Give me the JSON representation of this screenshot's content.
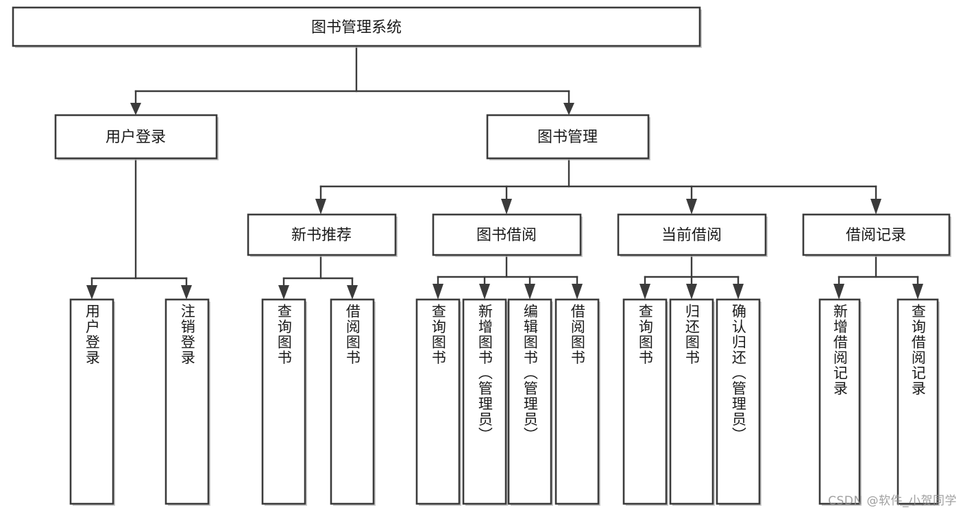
{
  "diagram": {
    "title": "图书管理系统",
    "type": "hierarchy-tree",
    "colors": {
      "box_stroke": "#3b3b3b",
      "box_fill": "#ffffff",
      "connector": "#3b3b3b",
      "text": "#1a1a1a",
      "watermark": "#8f8f8f",
      "background": "#ffffff"
    },
    "root": {
      "label": "图书管理系统"
    },
    "level2": [
      {
        "label": "用户登录"
      },
      {
        "label": "图书管理"
      }
    ],
    "level3": [
      {
        "label": "新书推荐"
      },
      {
        "label": "图书借阅"
      },
      {
        "label": "当前借阅"
      },
      {
        "label": "借阅记录"
      }
    ],
    "leaves": {
      "user_login": [
        {
          "label": "用户登录"
        },
        {
          "label": "注销登录"
        }
      ],
      "new_book": [
        {
          "label": "查询图书"
        },
        {
          "label": "借阅图书"
        }
      ],
      "book_borrow": [
        {
          "label": "查询图书"
        },
        {
          "label": "新增图书（管理员）"
        },
        {
          "label": "编辑图书（管理员）"
        },
        {
          "label": "借阅图书"
        }
      ],
      "current_borrow": [
        {
          "label": "查询图书"
        },
        {
          "label": "归还图书"
        },
        {
          "label": "确认归还（管理员）"
        }
      ],
      "borrow_record": [
        {
          "label": "新增借阅记录"
        },
        {
          "label": "查询借阅记录"
        }
      ]
    }
  },
  "watermark": {
    "text": "CSDN @软件_小贺同学"
  }
}
